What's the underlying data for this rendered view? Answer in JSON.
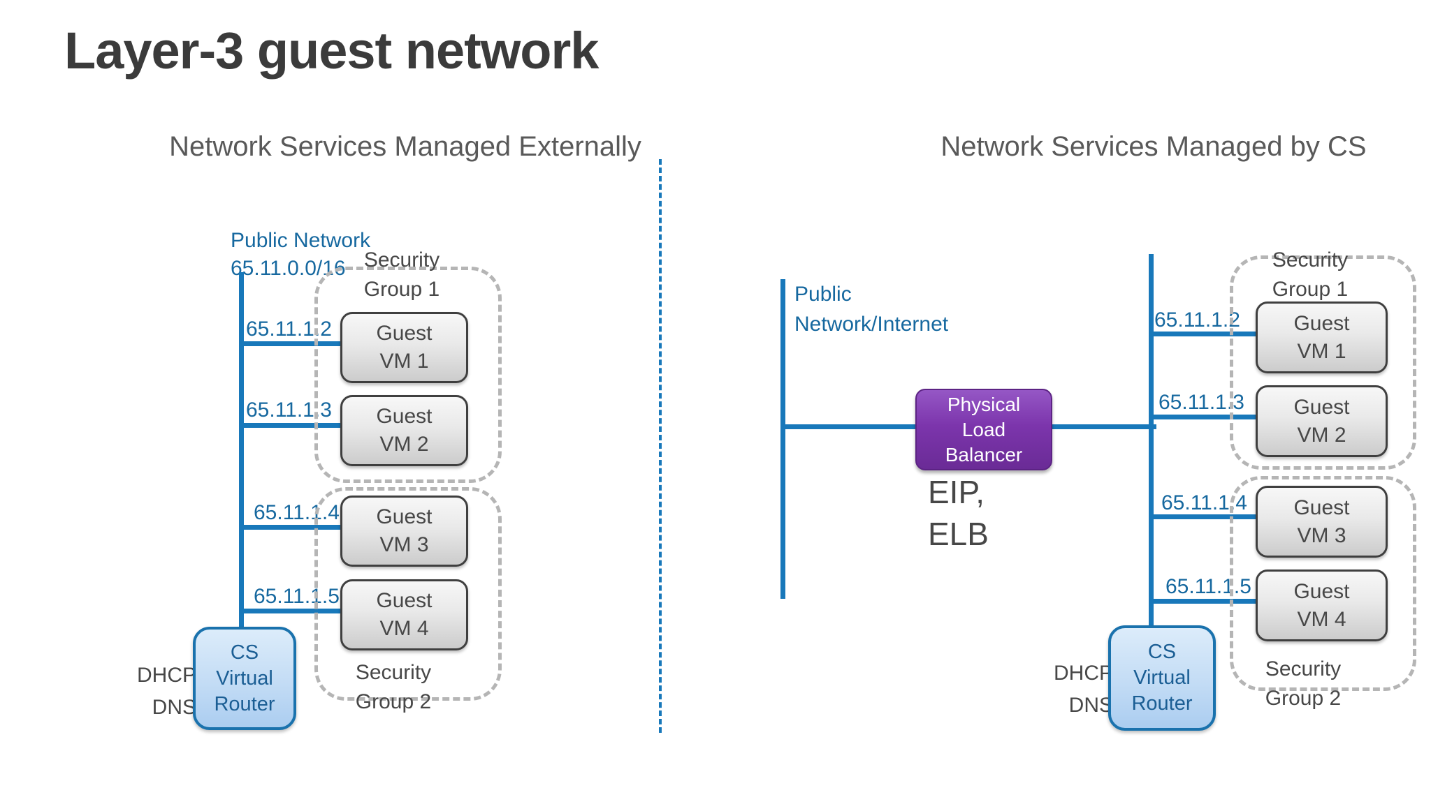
{
  "slide": {
    "title": "Layer-3 guest network"
  },
  "colors": {
    "accent_blue_line": "#1878ba",
    "accent_blue_text": "#16689f",
    "purple_box": "#7c35ac",
    "gray_text": "#474747",
    "header_gray": "#595959",
    "dashed_group_gray": "#b5b5b5"
  },
  "left_panel": {
    "header": "Network Services Managed Externally",
    "public_network": {
      "line1": "Public Network",
      "line2": "65.11.0.0/16"
    },
    "ips": [
      "65.11.1.2",
      "65.11.1.3",
      "65.11.1.4",
      "65.11.1.5"
    ],
    "vms": [
      {
        "line1": "Guest",
        "line2": "VM 1"
      },
      {
        "line1": "Guest",
        "line2": "VM 2"
      },
      {
        "line1": "Guest",
        "line2": "VM 3"
      },
      {
        "line1": "Guest",
        "line2": "VM 4"
      }
    ],
    "security_groups": [
      {
        "line1": "Security",
        "line2": "Group 1"
      },
      {
        "line1": "Security",
        "line2": "Group 2"
      }
    ],
    "router": {
      "line1": "CS",
      "line2": "Virtual",
      "line3": "Router"
    },
    "services": {
      "line1": "DHCP",
      "line2": "DNS"
    }
  },
  "right_panel": {
    "header": "Network Services Managed by CS",
    "public_network": {
      "line1": "Public",
      "line2": "Network/Internet"
    },
    "load_balancer": {
      "line1": "Physical",
      "line2": "Load",
      "line3": "Balancer"
    },
    "annotations": {
      "line1": "EIP,",
      "line2": "ELB"
    },
    "ips": [
      "65.11.1.2",
      "65.11.1.3",
      "65.11.1.4",
      "65.11.1.5"
    ],
    "vms": [
      {
        "line1": "Guest",
        "line2": "VM 1"
      },
      {
        "line1": "Guest",
        "line2": "VM 2"
      },
      {
        "line1": "Guest",
        "line2": "VM 3"
      },
      {
        "line1": "Guest",
        "line2": "VM 4"
      }
    ],
    "security_groups": [
      {
        "line1": "Security",
        "line2": "Group 1"
      },
      {
        "line1": "Security",
        "line2": "Group 2"
      }
    ],
    "router": {
      "line1": "CS",
      "line2": "Virtual",
      "line3": "Router"
    },
    "services": {
      "line1": "DHCP",
      "line2": "DNS"
    }
  }
}
